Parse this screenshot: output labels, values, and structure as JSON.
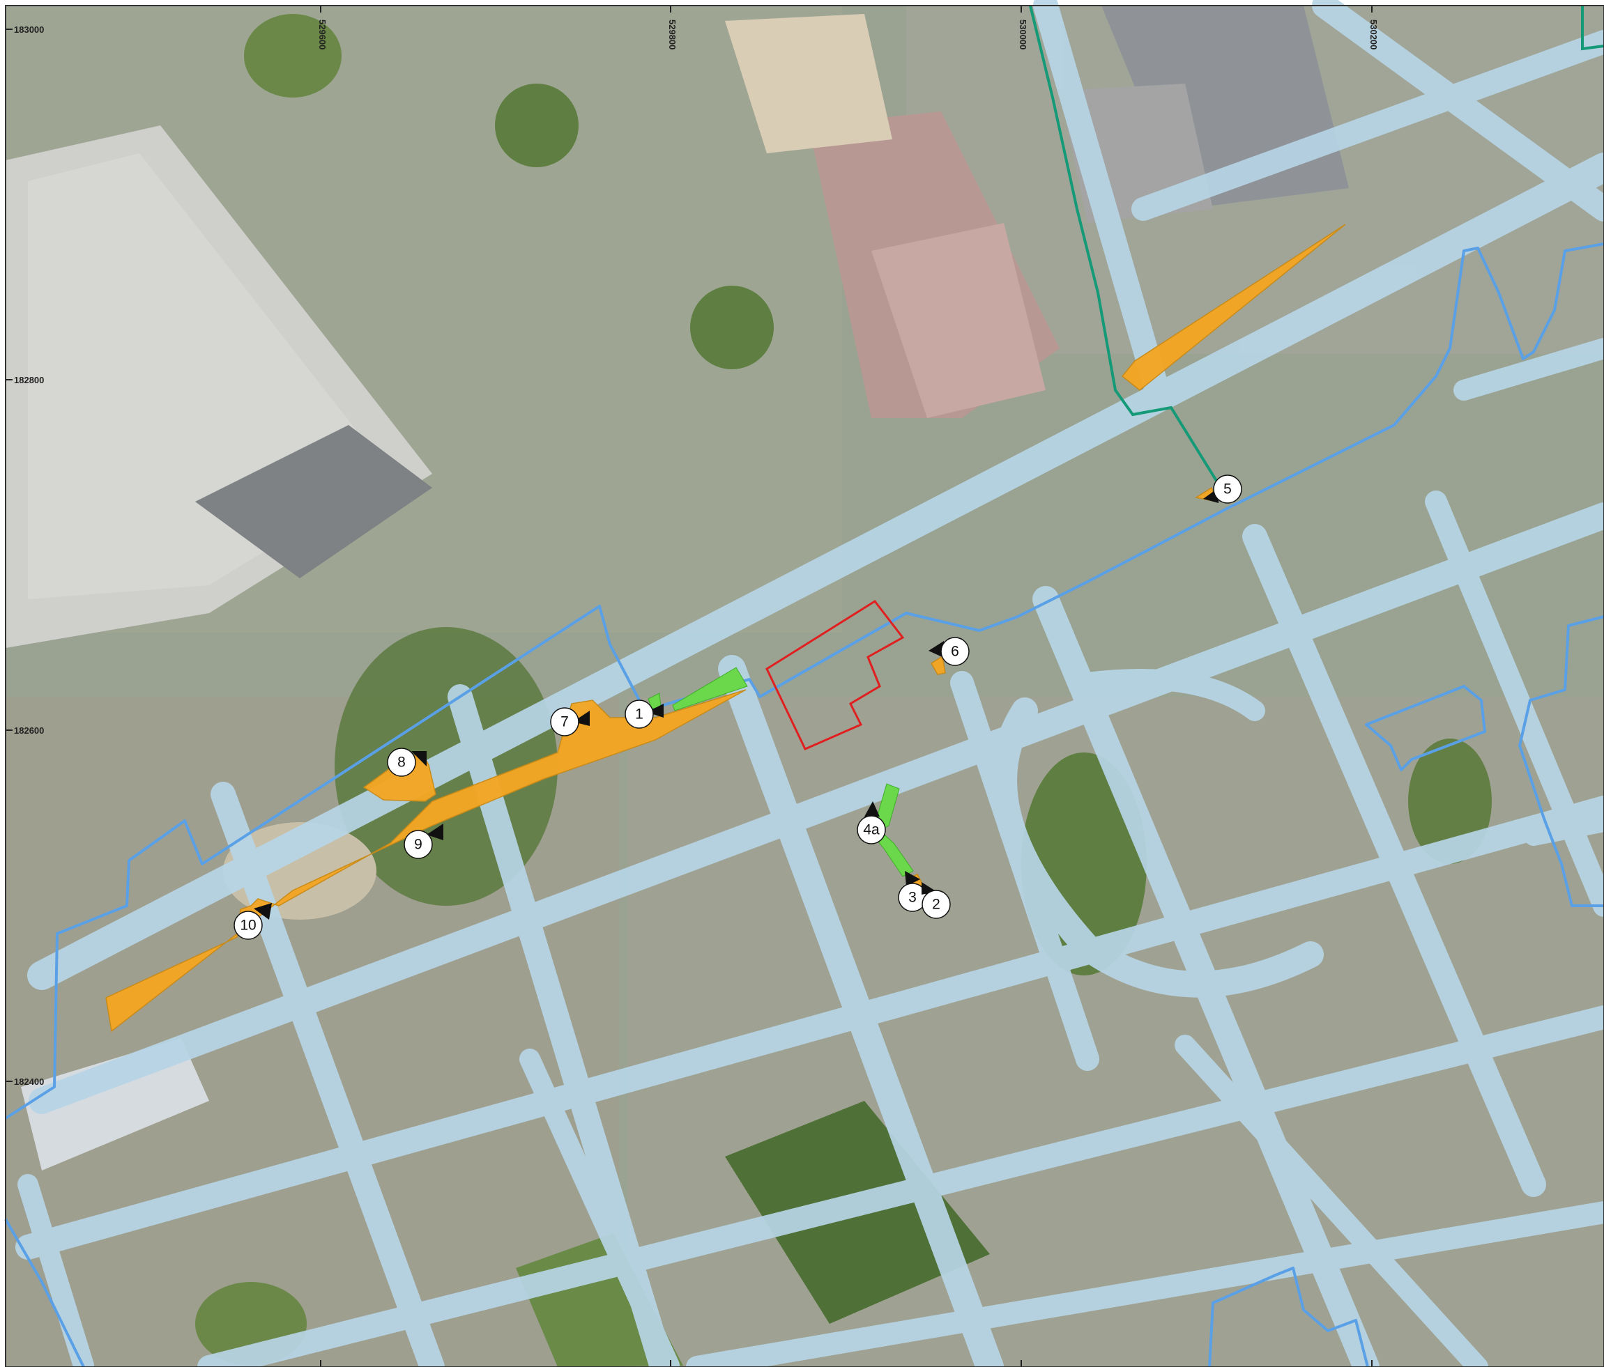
{
  "map": {
    "grid": {
      "eastings": [
        "529600",
        "529800",
        "530000",
        "530200"
      ],
      "northings": [
        "183000",
        "182800",
        "182600",
        "182400"
      ]
    },
    "viewpoints": [
      {
        "id": "1",
        "label": "1"
      },
      {
        "id": "2",
        "label": "2"
      },
      {
        "id": "3",
        "label": "3"
      },
      {
        "id": "4a",
        "label": "4a"
      },
      {
        "id": "5",
        "label": "5"
      },
      {
        "id": "6",
        "label": "6"
      },
      {
        "id": "7",
        "label": "7"
      },
      {
        "id": "8",
        "label": "8"
      },
      {
        "id": "9",
        "label": "9"
      },
      {
        "id": "10",
        "label": "10"
      }
    ],
    "colors": {
      "roads": "#b7d5e6",
      "site_boundary": "#e02020",
      "blue_boundary": "#5aa0e6",
      "green_boundary": "#159a78",
      "orange_zone": "#f4a623",
      "green_zone": "#6ad84a",
      "aerial_base": "#9aa291"
    }
  }
}
